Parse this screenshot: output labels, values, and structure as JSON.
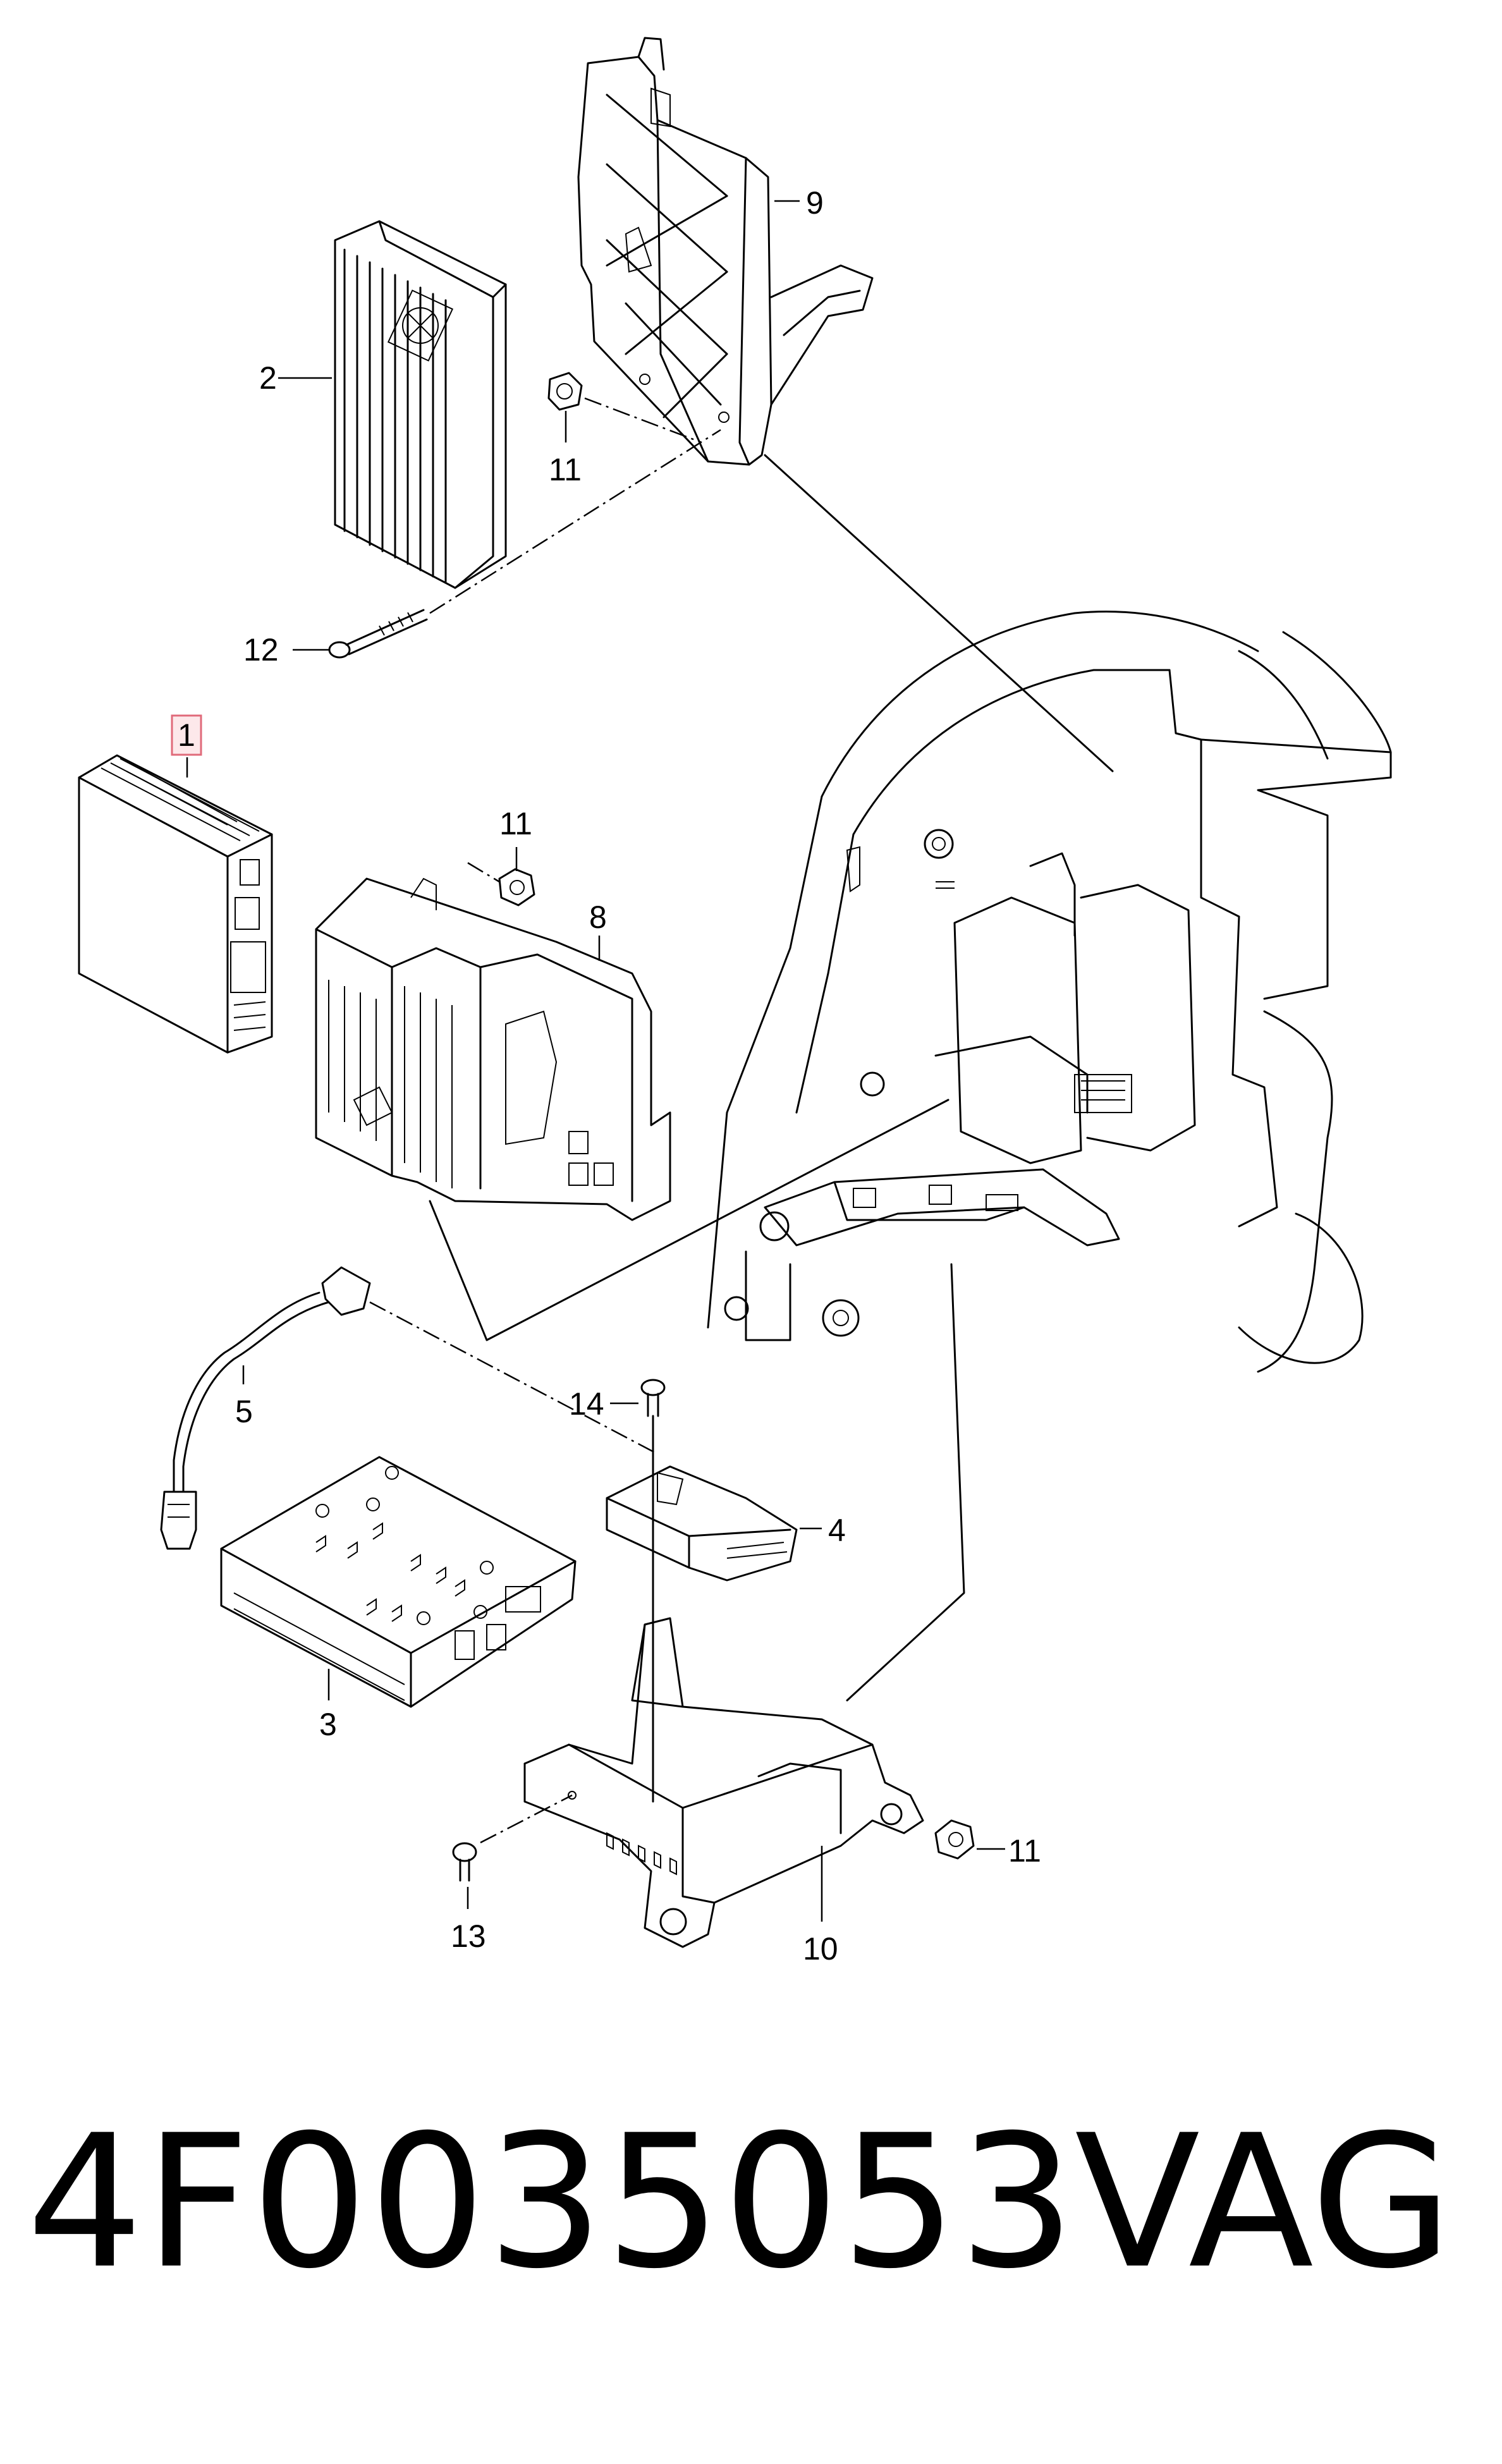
{
  "callouts": [
    {
      "id": "1",
      "label": "1",
      "highlighted": true
    },
    {
      "id": "2",
      "label": "2"
    },
    {
      "id": "3",
      "label": "3"
    },
    {
      "id": "4",
      "label": "4"
    },
    {
      "id": "5",
      "label": "5"
    },
    {
      "id": "8",
      "label": "8"
    },
    {
      "id": "9",
      "label": "9"
    },
    {
      "id": "10",
      "label": "10"
    },
    {
      "id": "11a",
      "label": "11"
    },
    {
      "id": "11b",
      "label": "11"
    },
    {
      "id": "11c",
      "label": "11"
    },
    {
      "id": "12",
      "label": "12"
    },
    {
      "id": "13",
      "label": "13"
    },
    {
      "id": "14",
      "label": "14"
    }
  ],
  "footer": {
    "part_number": "4F0035053",
    "brand": "VAG"
  },
  "highlight_color": "#e06a7a"
}
